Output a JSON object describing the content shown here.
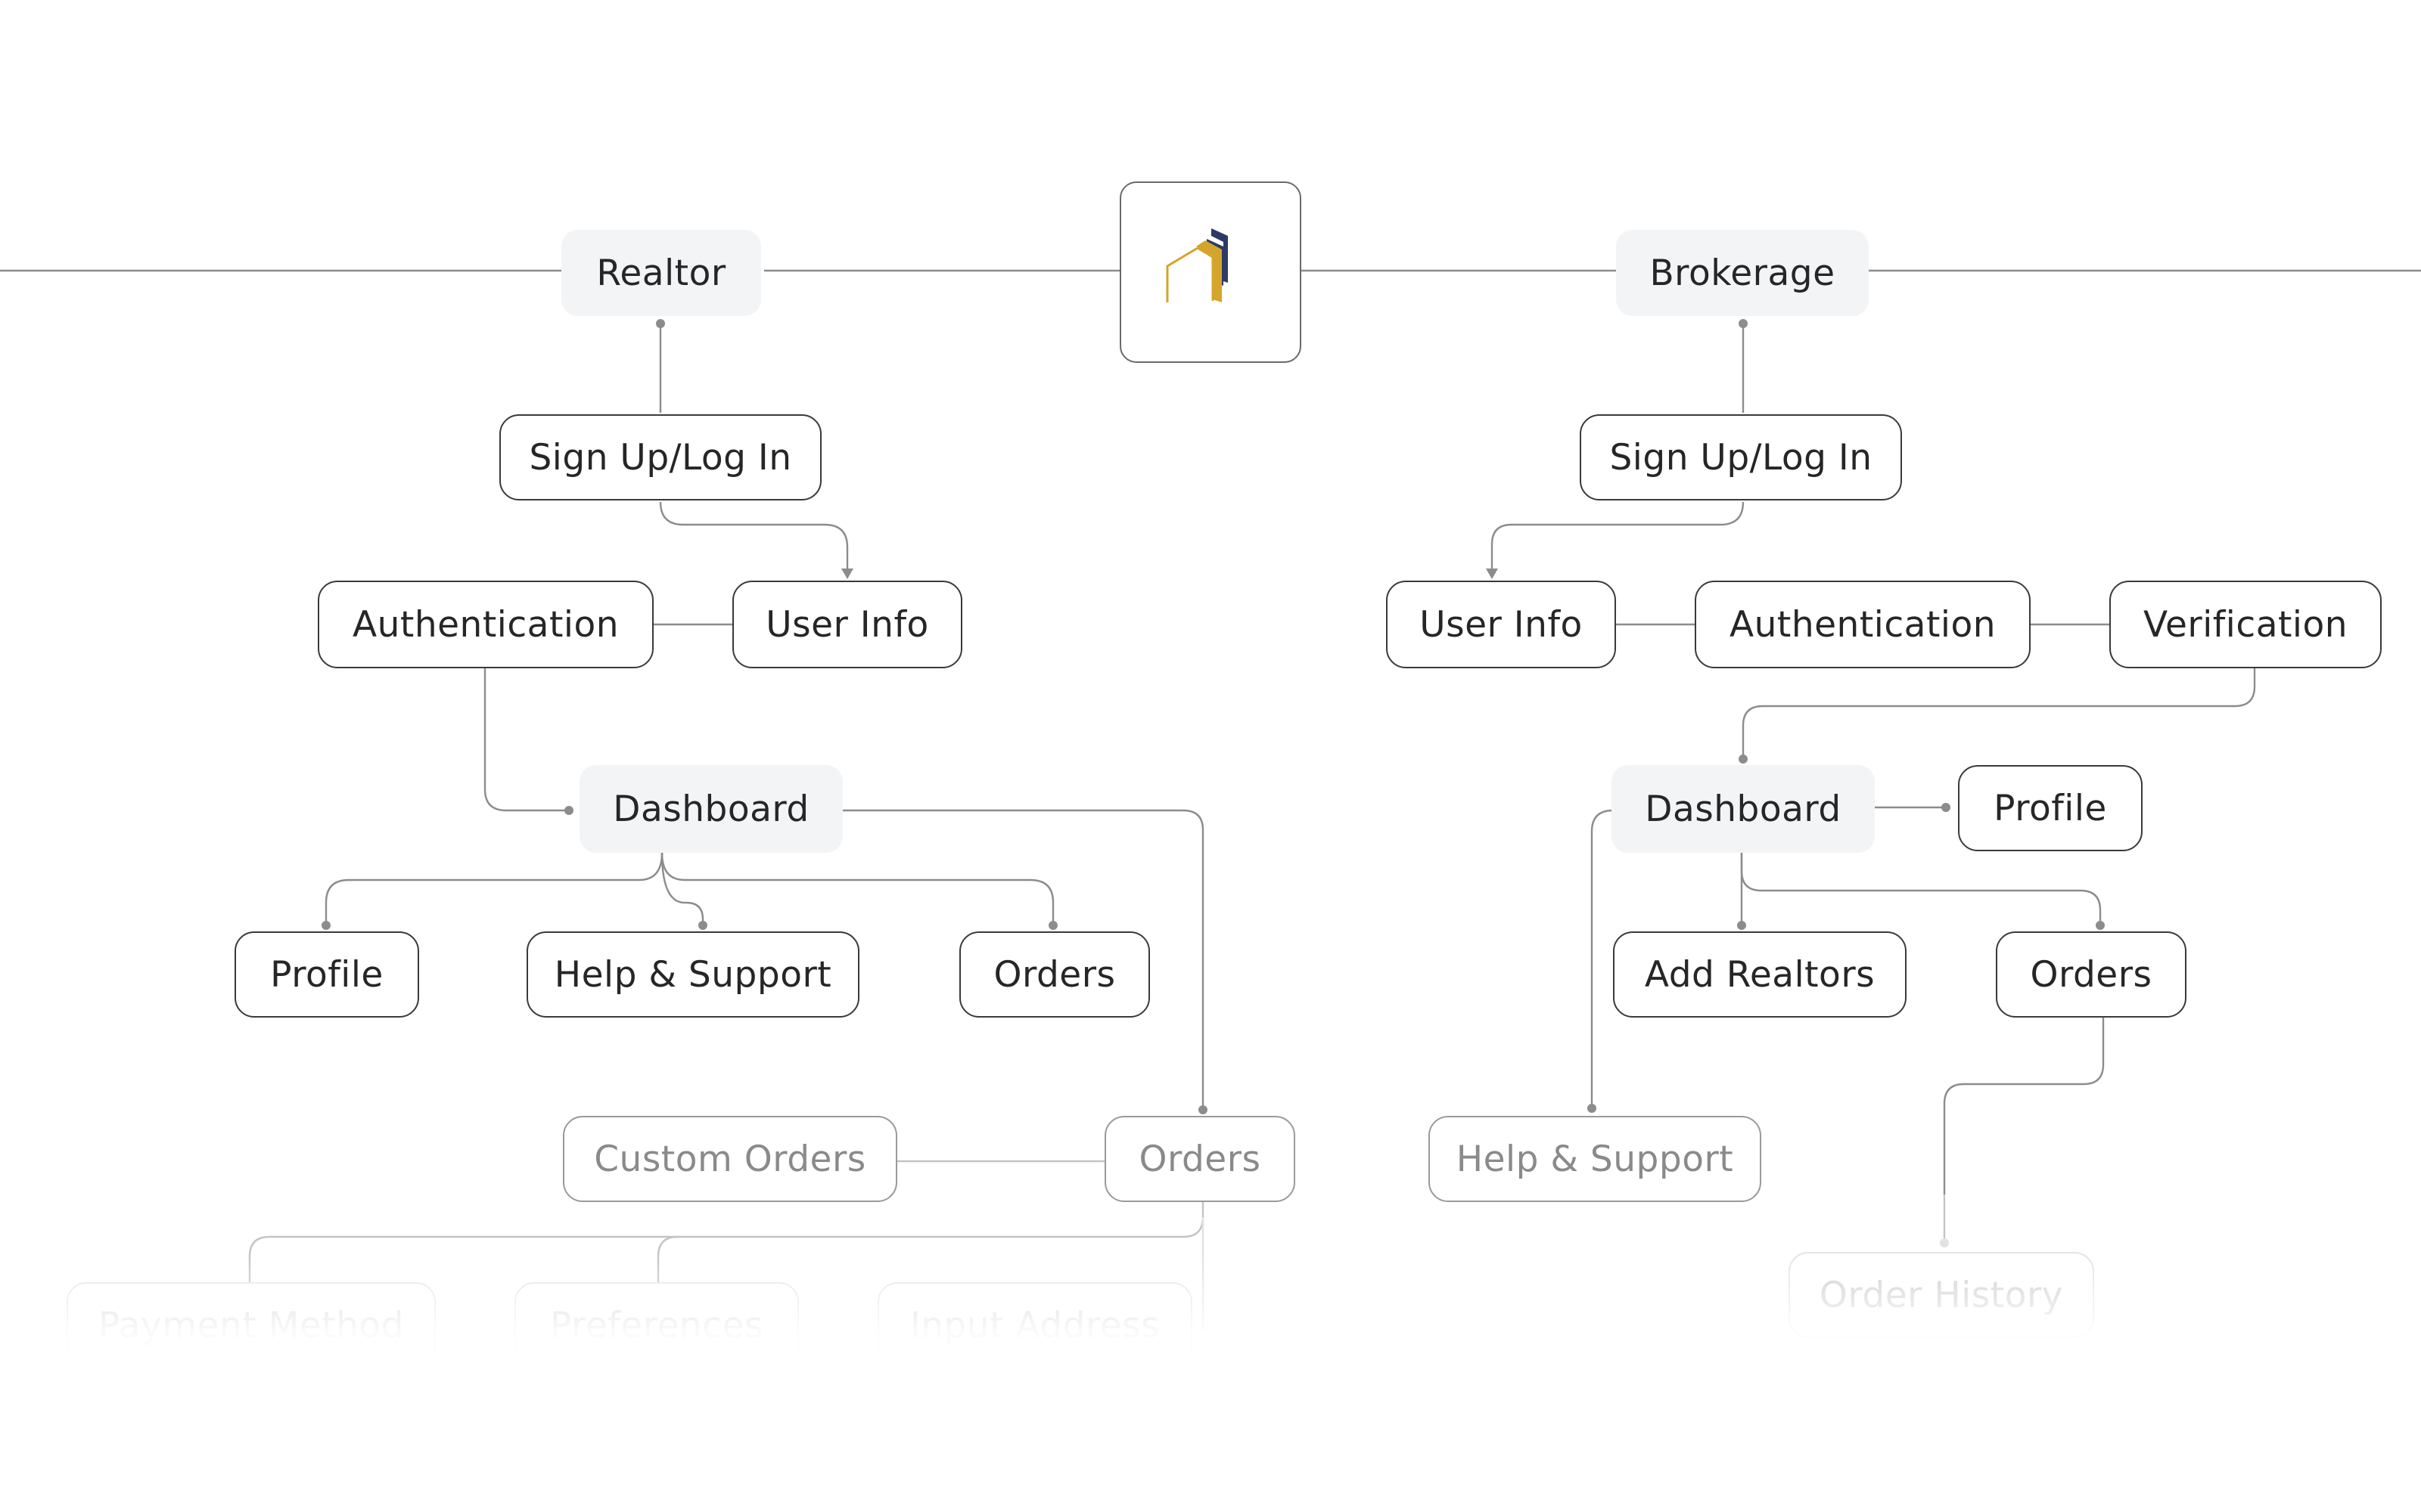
{
  "diagram": {
    "logo": {
      "icon": "house-logo-icon",
      "colors": {
        "gold": "#D4A52A",
        "navy": "#2C3A66"
      }
    },
    "realtor": {
      "root": "Realtor",
      "signup": "Sign Up/Log In",
      "authentication": "Authentication",
      "user_info": "User Info",
      "dashboard": "Dashboard",
      "profile": "Profile",
      "help_support": "Help & Support",
      "orders": "Orders",
      "orders_sub": "Orders",
      "custom_orders": "Custom Orders",
      "payment_method": "Payment Method",
      "preferences": "Preferences",
      "input_address": "Input Address"
    },
    "brokerage": {
      "root": "Brokerage",
      "signup": "Sign Up/Log In",
      "user_info": "User Info",
      "authentication": "Authentication",
      "verification": "Verification",
      "dashboard": "Dashboard",
      "profile": "Profile",
      "add_realtors": "Add Realtors",
      "orders": "Orders",
      "help_support": "Help & Support",
      "order_history": "Order History"
    }
  }
}
